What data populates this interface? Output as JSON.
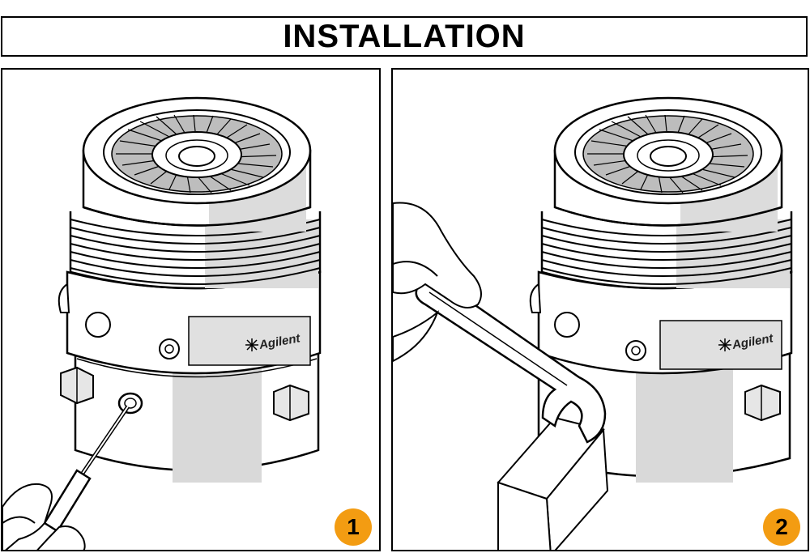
{
  "title": "INSTALLATION",
  "steps": [
    {
      "number": "1",
      "badge_color": "#f39c12"
    },
    {
      "number": "2",
      "badge_color": "#f39c12"
    }
  ],
  "brand_label": "Agilent"
}
